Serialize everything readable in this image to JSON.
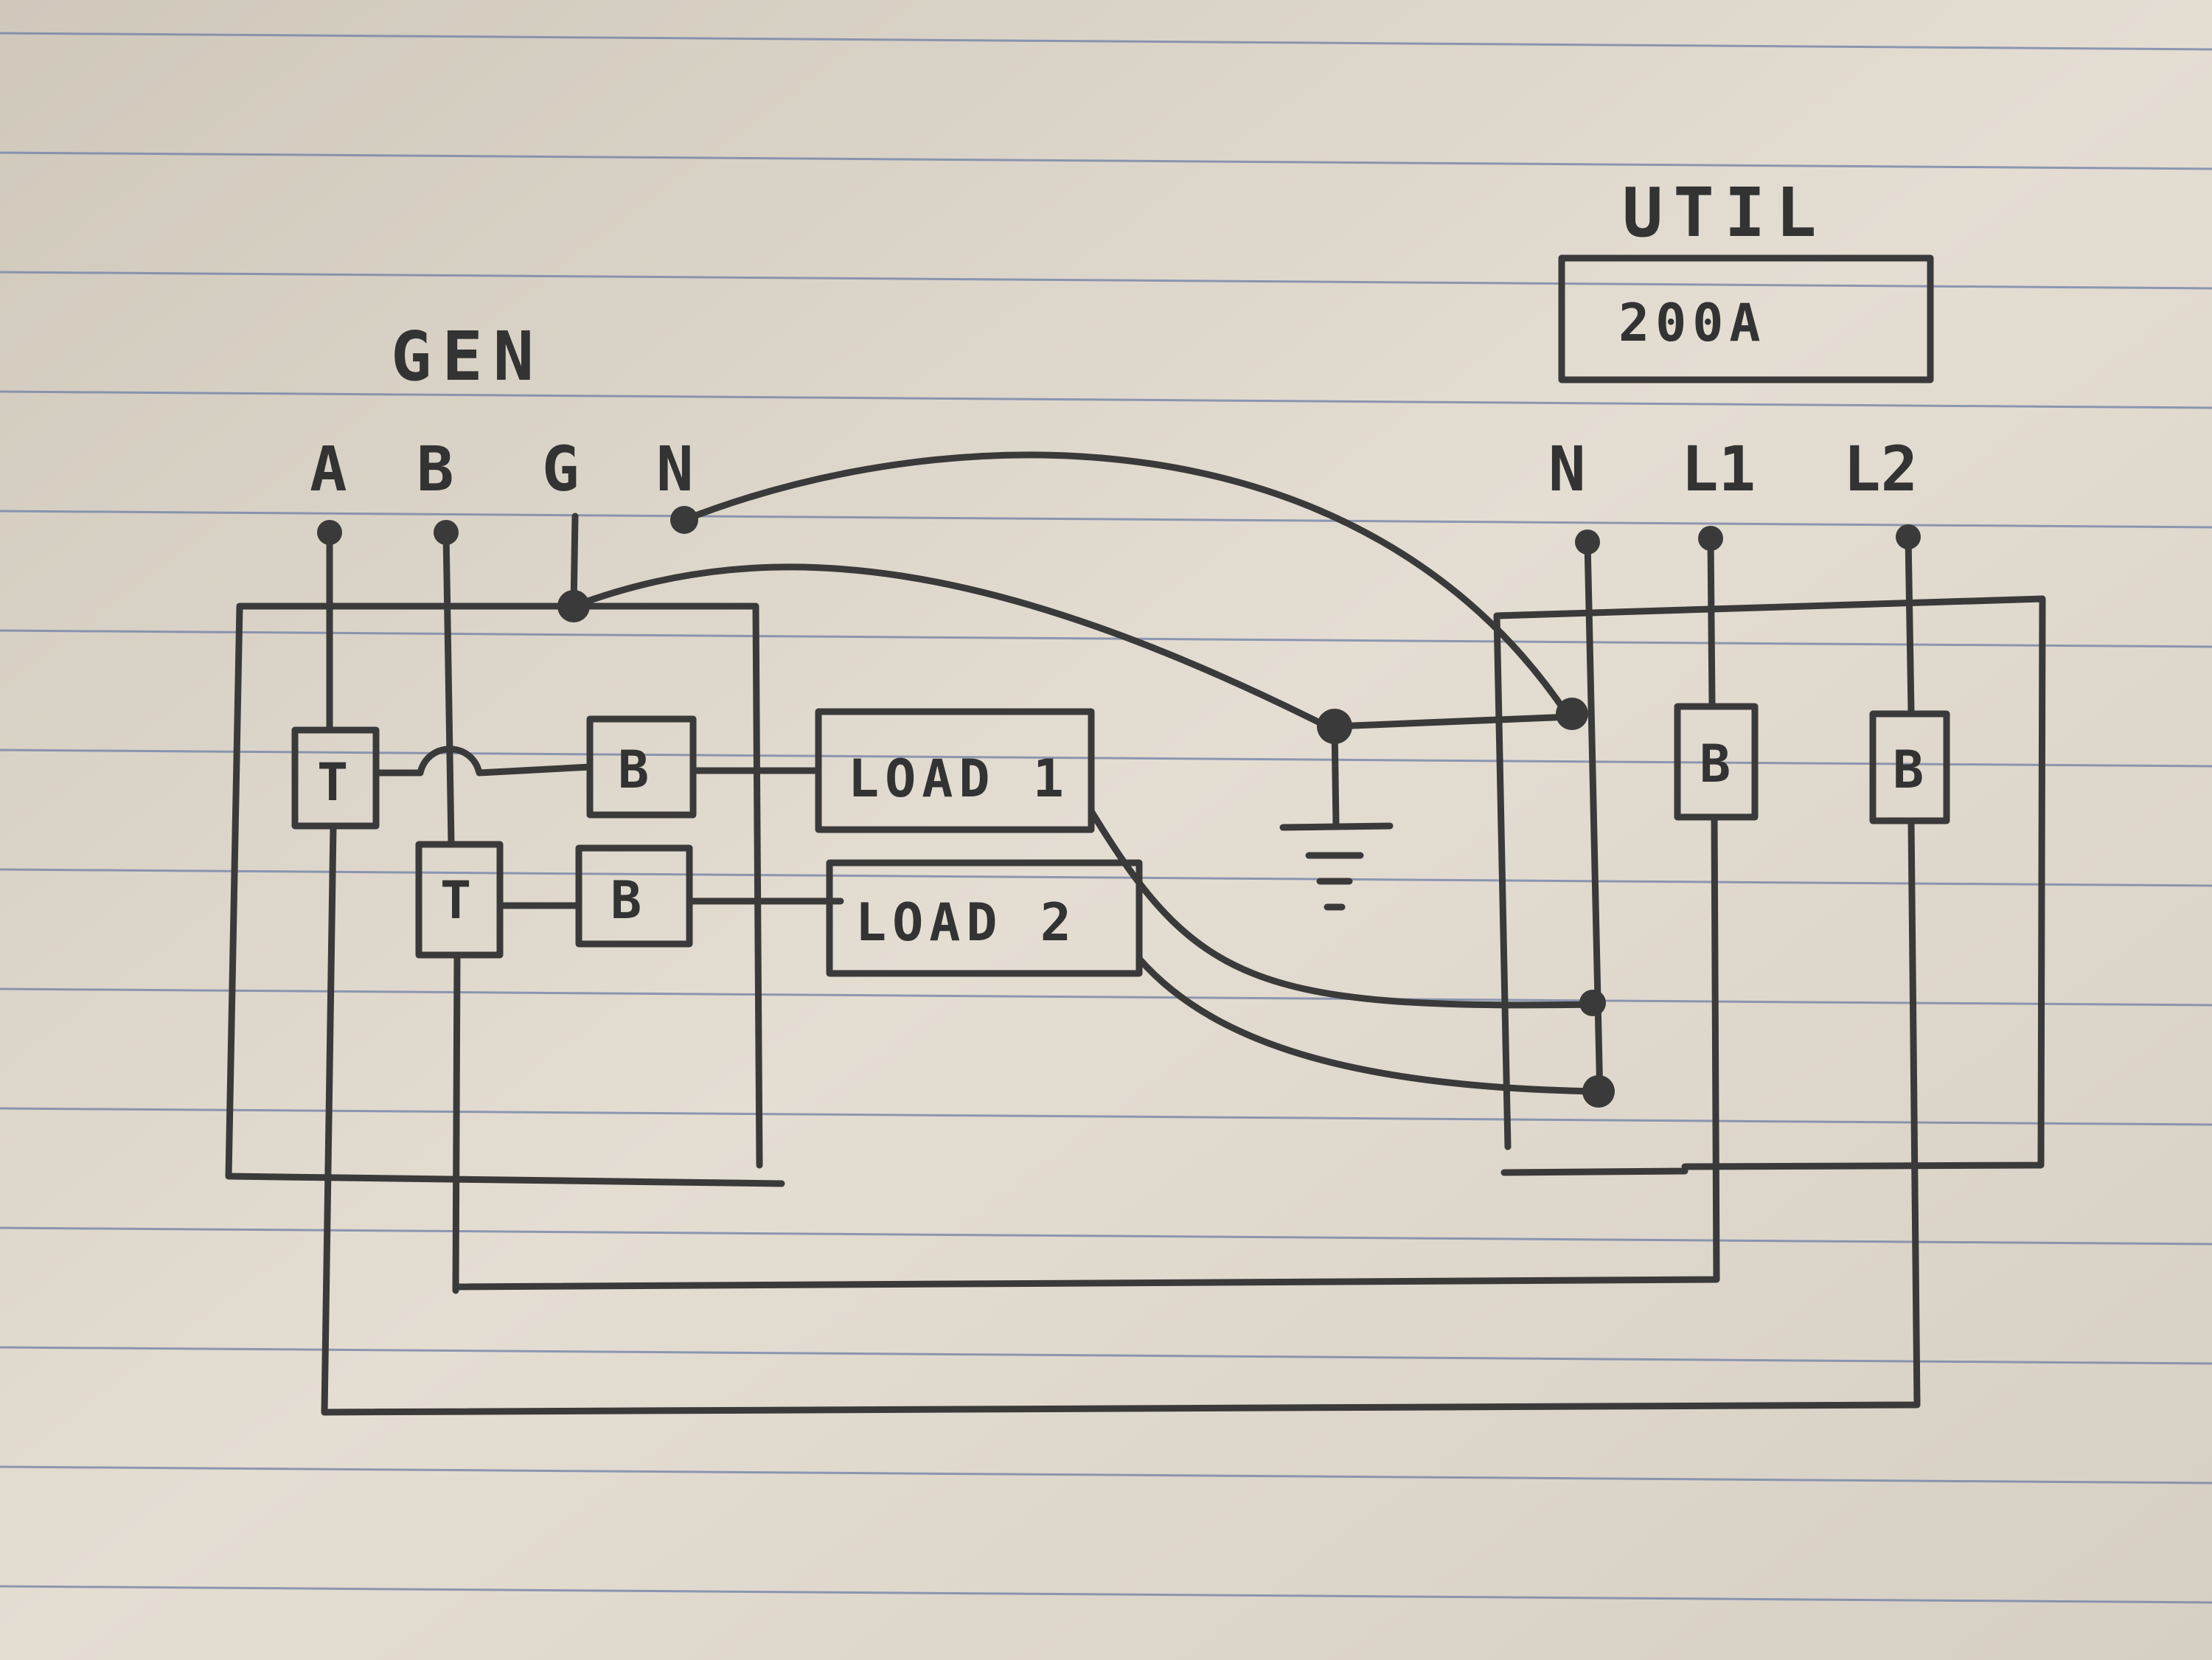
{
  "generator": {
    "title": "GEN",
    "terminals": [
      "A",
      "B",
      "G",
      "N"
    ]
  },
  "utility": {
    "title": "UTIL",
    "main_breaker": "200A",
    "terminals": [
      "N",
      "L1",
      "L2"
    ]
  },
  "devices": {
    "transfer": "T",
    "breaker": "B"
  },
  "loads": [
    "LOAD 1",
    "LOAD 2"
  ],
  "colors": {
    "paper": "#d9d2c6",
    "ink": "#3a3a3a",
    "ruled_line": "#6f7fa6"
  }
}
